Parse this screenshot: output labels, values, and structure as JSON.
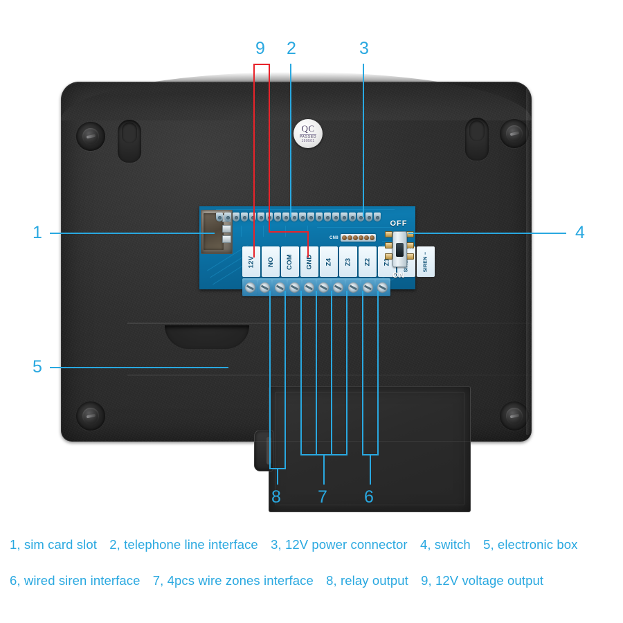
{
  "figure": {
    "title": "Alarm panel rear view with numbered callouts",
    "accent_color": "#29a8e0",
    "highlight_color": "#e8232a"
  },
  "device": {
    "qc_sticker": {
      "mark": "QC",
      "status": "PASSED",
      "code": "190501"
    }
  },
  "pcb": {
    "header_label": "CN8",
    "terminals": [
      {
        "label": "12V",
        "size": "normal"
      },
      {
        "label": "NO",
        "size": "normal"
      },
      {
        "label": "COM",
        "size": "normal"
      },
      {
        "label": "GND",
        "size": "normal"
      },
      {
        "label": "Z4",
        "size": "normal"
      },
      {
        "label": "Z3",
        "size": "normal"
      },
      {
        "label": "Z2",
        "size": "normal"
      },
      {
        "label": "Z1",
        "size": "normal"
      },
      {
        "label": "SIREN +",
        "size": "small"
      },
      {
        "label": "SIREN −",
        "size": "small"
      }
    ],
    "switch": {
      "top_label": "OFF",
      "bottom_label": "ON",
      "side_label": "SW"
    }
  },
  "callouts": [
    {
      "id": "1",
      "number": "1",
      "target": "sim card slot"
    },
    {
      "id": "2",
      "number": "2",
      "target": "telephone line interface"
    },
    {
      "id": "3",
      "number": "3",
      "target": "12V power connector"
    },
    {
      "id": "4",
      "number": "4",
      "target": "switch"
    },
    {
      "id": "5",
      "number": "5",
      "target": "electronic box"
    },
    {
      "id": "6",
      "number": "6",
      "target": "wired siren interface"
    },
    {
      "id": "7",
      "number": "7",
      "target": "4pcs wire zones interface"
    },
    {
      "id": "8",
      "number": "8",
      "target": "relay output"
    },
    {
      "id": "9",
      "number": "9",
      "target": "12V voltage output"
    }
  ],
  "legend": {
    "line1": [
      "1, sim card slot",
      "2, telephone line interface",
      "3, 12V power connector",
      "4, switch",
      "5, electronic box"
    ],
    "line2": [
      "6, wired siren interface",
      "7, 4pcs wire zones interface",
      "8, relay output",
      "9, 12V voltage output"
    ],
    "line1_text": "1, sim card slot   2, telephone line interface   3, 12V power connector   4, switch   5, electronic box",
    "line2_text": "6, wired siren interface   7, 4pcs wire zones interface  8, relay output  9, 12V voltage output"
  }
}
